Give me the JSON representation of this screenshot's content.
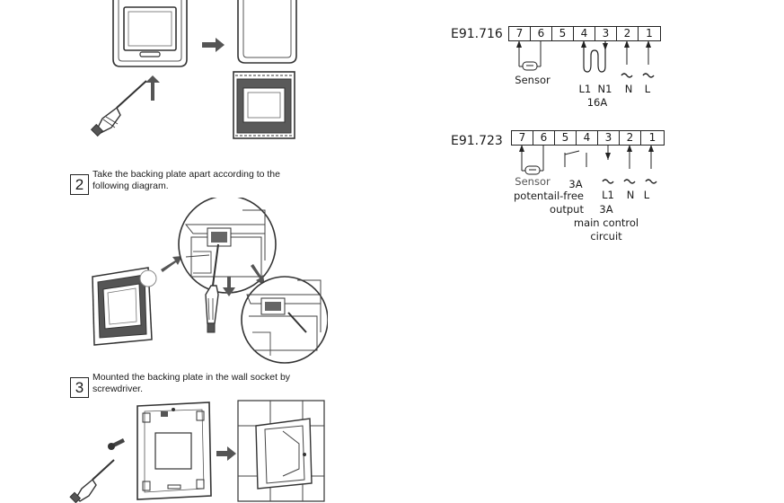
{
  "steps": [
    {
      "number": "2",
      "text_line1": "Take the backing plate apart according to the",
      "text_line2": "following diagram."
    },
    {
      "number": "3",
      "text_line1": "Mounted the backing plate in the wall socket by",
      "text_line2": "screwdriver."
    }
  ],
  "wiring": [
    {
      "model": "E91.716",
      "terminals": [
        "7",
        "6",
        "5",
        "4",
        "3",
        "2",
        "1"
      ],
      "labels": {
        "sensor": "Sensor",
        "l1n1": "L1  N1",
        "load": "16A",
        "n": "N",
        "l": "L"
      }
    },
    {
      "model": "E91.723",
      "terminals": [
        "7",
        "6",
        "5",
        "4",
        "3",
        "2",
        "1"
      ],
      "labels": {
        "sensor": "Sensor",
        "relay_current": "3A",
        "l1": "L1",
        "n": "N",
        "l": "L",
        "potential_free_1": "potentail-free",
        "potential_free_2": "output",
        "l1_current": "3A",
        "main_1": "main control",
        "main_2": "circuit"
      }
    }
  ],
  "colors": {
    "line": "#222222",
    "device": "#3a3a3a",
    "wall": "#555555",
    "arrow": "#555555"
  }
}
